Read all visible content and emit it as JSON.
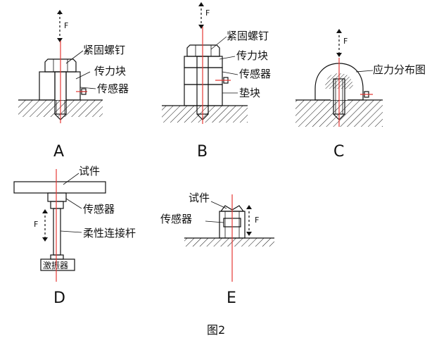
{
  "panels": {
    "A": {
      "letter": "A",
      "labels": {
        "screw": "紧固螺钉",
        "block": "传力块",
        "sensor": "传感器"
      },
      "force": "F"
    },
    "B": {
      "letter": "B",
      "labels": {
        "screw": "紧固螺钉",
        "block": "传力块",
        "sensor": "传感器",
        "pad": "垫块"
      },
      "force": "F"
    },
    "C": {
      "letter": "C",
      "labels": {
        "stress": "应力分布图"
      },
      "force": "F"
    },
    "D": {
      "letter": "D",
      "labels": {
        "specimen": "试件",
        "sensor": "传感器",
        "rod": "柔性连接杆",
        "shaker": "激振器"
      },
      "force": "F"
    },
    "E": {
      "letter": "E",
      "labels": {
        "specimen": "试件",
        "sensor": "传感器"
      },
      "force": "F"
    }
  },
  "caption": "图2",
  "colors": {
    "axis": "#e53935",
    "ink": "#111111"
  }
}
